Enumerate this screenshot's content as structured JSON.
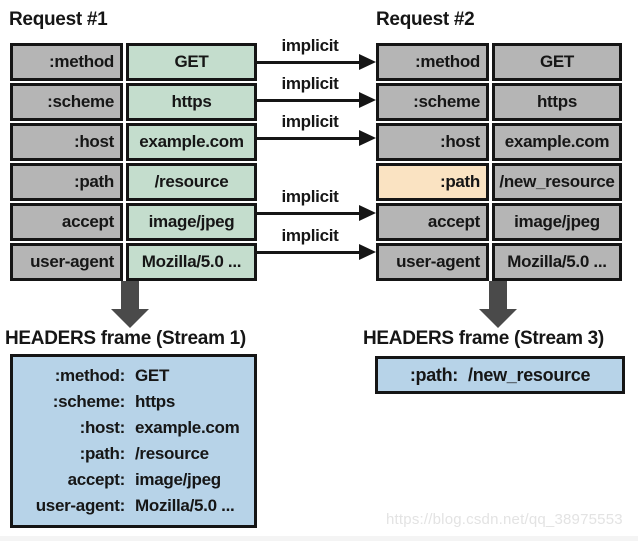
{
  "titles": {
    "request1": "Request #1",
    "request2": "Request #2",
    "frame1": "HEADERS frame (Stream 1)",
    "frame2": "HEADERS frame (Stream 3)"
  },
  "request1_rows": [
    {
      "name": ":method",
      "value": "GET"
    },
    {
      "name": ":scheme",
      "value": "https"
    },
    {
      "name": ":host",
      "value": "example.com"
    },
    {
      "name": ":path",
      "value": "/resource"
    },
    {
      "name": "accept",
      "value": "image/jpeg"
    },
    {
      "name": "user-agent",
      "value": "Mozilla/5.0 ..."
    }
  ],
  "request2_rows": [
    {
      "name": ":method",
      "value": "GET"
    },
    {
      "name": ":scheme",
      "value": "https"
    },
    {
      "name": ":host",
      "value": "example.com"
    },
    {
      "name": ":path",
      "value": "/new_resource",
      "highlighted": true
    },
    {
      "name": "accept",
      "value": "image/jpeg"
    },
    {
      "name": "user-agent",
      "value": "Mozilla/5.0 ..."
    }
  ],
  "arrow_label": "implicit",
  "frame1_lines": [
    {
      "name": ":method:",
      "value": "GET"
    },
    {
      "name": ":scheme:",
      "value": "https"
    },
    {
      "name": ":host:",
      "value": "example.com"
    },
    {
      "name": ":path:",
      "value": "/resource"
    },
    {
      "name": "accept:",
      "value": "image/jpeg"
    },
    {
      "name": "user-agent:",
      "value": "Mozilla/5.0 ..."
    }
  ],
  "frame2_line": {
    "name": ":path:",
    "value": "/new_resource"
  },
  "watermark": "https://blog.csdn.net/qq_38975553",
  "colors": {
    "gray_cell": "#b5b5b5",
    "green_cell": "#c4ddcd",
    "highlight_cell": "#fae3c2",
    "frame_fill": "#b7d3e8",
    "line_black": "#151515",
    "big_arrow_gray": "#4a4a4a",
    "watermark_gray": "#e3e3e3"
  }
}
